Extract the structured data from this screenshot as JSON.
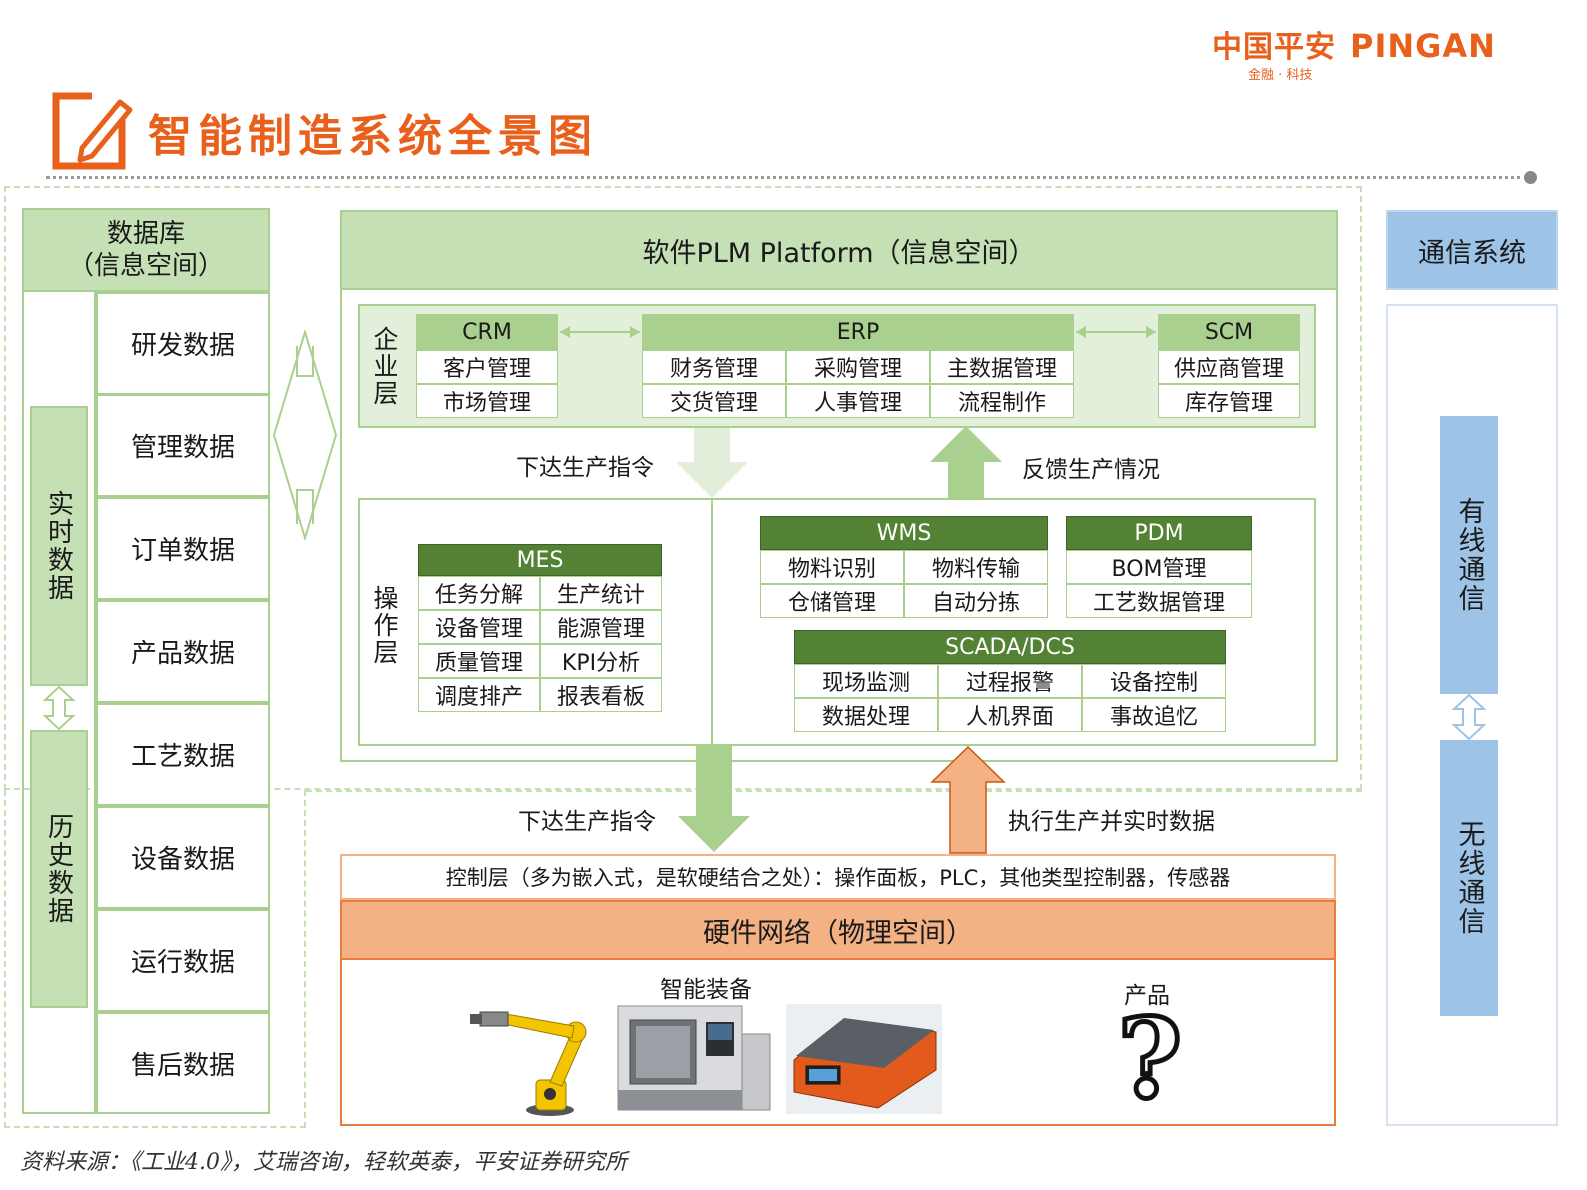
{
  "brand": {
    "name_cn": "中国平安",
    "name_en": "PINGAN",
    "tagline": "金融 · 科技"
  },
  "title": "智能制造系统全景图",
  "database": {
    "title_line1": "数据库",
    "title_line2": "（信息空间）",
    "items": [
      "研发数据",
      "管理数据",
      "订单数据",
      "产品数据",
      "工艺数据",
      "设备数据",
      "运行数据",
      "售后数据"
    ],
    "realtime": "实时数据",
    "history": "历史数据"
  },
  "plm": {
    "title": "软件PLM Platform（信息空间）",
    "enterprise_layer": "企业层",
    "crm": {
      "title": "CRM",
      "items": [
        "客户管理",
        "市场管理"
      ]
    },
    "erp": {
      "title": "ERP",
      "items": [
        "财务管理",
        "采购管理",
        "主数据管理",
        "交货管理",
        "人事管理",
        "流程制作"
      ]
    },
    "scm": {
      "title": "SCM",
      "items": [
        "供应商管理",
        "库存管理"
      ]
    },
    "down_label": "下达生产指令",
    "up_label": "反馈生产情况",
    "operation_layer": "操作层",
    "mes": {
      "title": "MES",
      "items": [
        "任务分解",
        "生产统计",
        "设备管理",
        "能源管理",
        "质量管理",
        "KPI分析",
        "调度排产",
        "报表看板"
      ]
    },
    "wms": {
      "title": "WMS",
      "items": [
        "物料识别",
        "物料传输",
        "仓储管理",
        "自动分拣"
      ]
    },
    "pdm": {
      "title": "PDM",
      "items": [
        "BOM管理",
        "工艺数据管理"
      ]
    },
    "scada": {
      "title": "SCADA/DCS",
      "items": [
        "现场监测",
        "过程报警",
        "设备控制",
        "数据处理",
        "人机界面",
        "事故追忆"
      ]
    }
  },
  "hardware": {
    "down_label": "下达生产指令",
    "up_label": "执行生产并实时数据",
    "control_layer": "控制层（多为嵌入式，是软硬结合之处）：操作面板，PLC，其他类型控制器，传感器",
    "network": "硬件网络（物理空间）",
    "equipment": "智能装备",
    "product": "产品",
    "product_symbol": "?"
  },
  "comm": {
    "title": "通信系统",
    "wired": "有线通信",
    "wireless": "无线通信"
  },
  "source": "资料来源：《工业4.0》，艾瑞咨询，轻软英泰，平安证券研究所",
  "colors": {
    "orange": "#e8601c",
    "green_dark": "#548235",
    "green_light": "#a9d08e",
    "green_bg": "#c5e0b4",
    "blue": "#9dc3e6",
    "salmon": "#f4b183"
  }
}
